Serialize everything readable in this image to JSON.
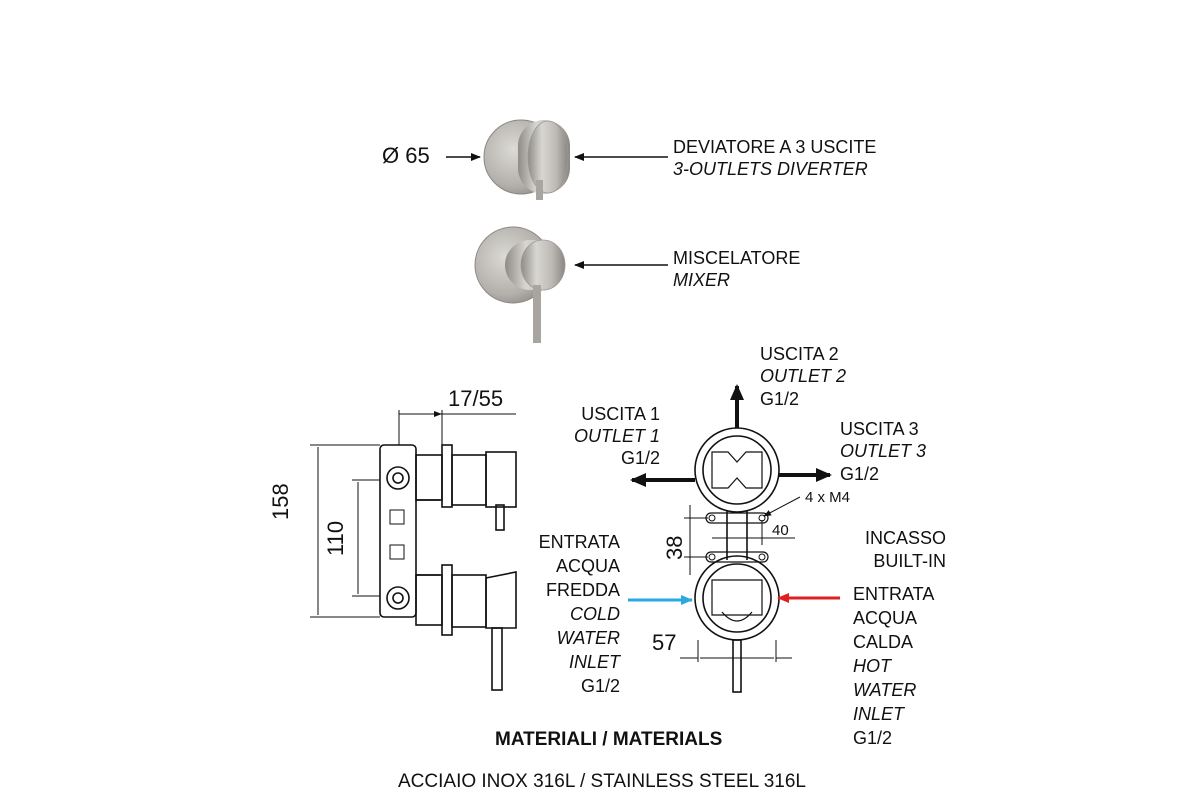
{
  "diverter": {
    "diameter": "Ø 65",
    "label_it": "DEVIATORE A 3 USCITE",
    "label_en": "3-OUTLETS DIVERTER"
  },
  "mixer": {
    "label_it": "MISCELATORE",
    "label_en": "MIXER"
  },
  "side_view": {
    "dim_top": "17/55",
    "dim_total": "158",
    "dim_inner": "110"
  },
  "front_view": {
    "outlet1": {
      "it": "USCITA 1",
      "en": "OUTLET 1",
      "size": "G1/2"
    },
    "outlet2": {
      "it": "USCITA 2",
      "en": "OUTLET 2",
      "size": "G1/2"
    },
    "outlet3": {
      "it": "USCITA 3",
      "en": "OUTLET 3",
      "size": "G1/2"
    },
    "screws": "4 x M4",
    "dim_40": "40",
    "dim_38": "38",
    "dim_57": "57",
    "builtin_it": "INCASSO",
    "builtin_en": "BUILT-IN",
    "cold": {
      "l1": "ENTRATA",
      "l2": "ACQUA",
      "l3": "FREDDA",
      "l4": "COLD",
      "l5": "WATER",
      "l6": "INLET",
      "size": "G1/2"
    },
    "hot": {
      "l1": "ENTRATA",
      "l2": "ACQUA",
      "l3": "CALDA",
      "l4": "HOT",
      "l5": "WATER",
      "l6": "INLET",
      "size": "G1/2"
    }
  },
  "materials": {
    "title": "MATERIALI / MATERIALS",
    "value": "ACCIAIO INOX 316L / STAINLESS STEEL 316L"
  },
  "colors": {
    "cold_arrow": "#2aa8e0",
    "hot_arrow": "#e02020",
    "steel": "#b9b6b1"
  }
}
